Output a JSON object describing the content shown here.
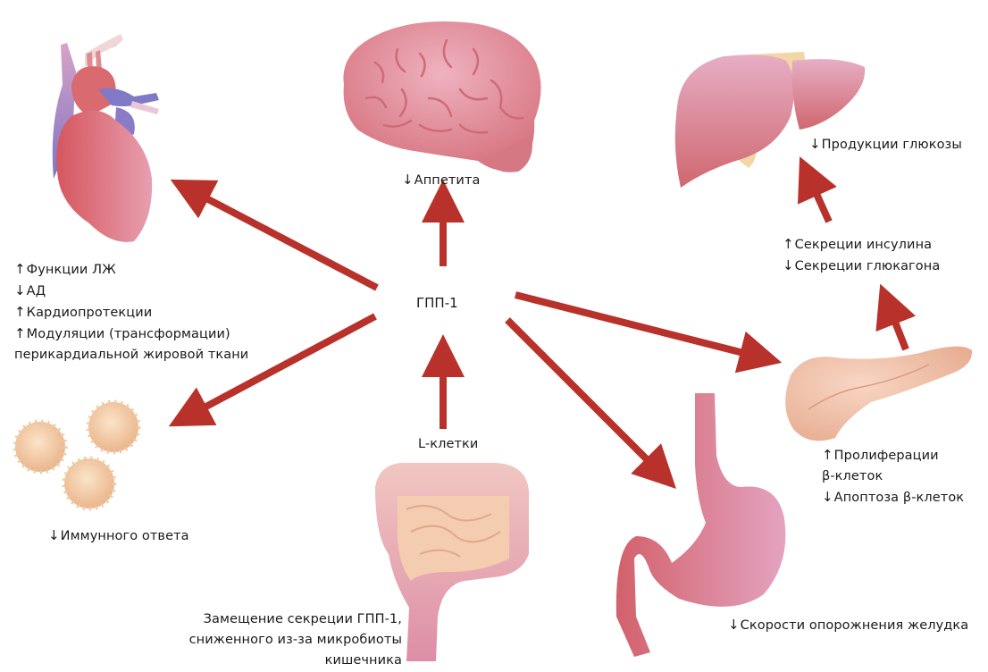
{
  "colors": {
    "arrow": "#b8312a",
    "heart_red": "#d9636a",
    "heart_blue": "#7f78c2",
    "brain": "#e08a96",
    "liver": "#d97b8e",
    "liver_fat": "#f2d6a4",
    "pancreas": "#f0c3a8",
    "stomach": "#d8788a",
    "intestine": "#f4c8b0",
    "colon": "#e4a0b0",
    "immune_cell": "#f5cda3"
  },
  "center": {
    "label": "ГПП-1"
  },
  "source": {
    "label": "L-клетки",
    "note_lines": [
      "Замещение секреции ГПП-1,",
      "сниженного из-за микробиоты",
      "кишечника"
    ]
  },
  "organs": {
    "heart": {
      "icon": "heart-icon",
      "effects": [
        {
          "dir": "↑",
          "text": "Функции ЛЖ"
        },
        {
          "dir": "↓",
          "text": "АД"
        },
        {
          "dir": "↑",
          "text": "Кардиопротекции"
        },
        {
          "dir": "↑",
          "text": "Модуляции (трансформации)"
        },
        {
          "dir": "",
          "text": "перикардиальной жировой ткани"
        }
      ]
    },
    "brain": {
      "icon": "brain-icon",
      "effects": [
        {
          "dir": "↓",
          "text": "Аппетита"
        }
      ]
    },
    "liver": {
      "icon": "liver-icon",
      "effects": [
        {
          "dir": "↓",
          "text": "Продукции глюкозы"
        }
      ]
    },
    "pancreas_hormones": {
      "effects": [
        {
          "dir": "↑",
          "text": "Секреции инсулина"
        },
        {
          "dir": "↓",
          "text": "Секреции глюкагона"
        }
      ]
    },
    "pancreas": {
      "icon": "pancreas-icon",
      "effects": [
        {
          "dir": "↑",
          "text": "Пролиферации"
        },
        {
          "dir": "",
          "text": "β-клеток"
        },
        {
          "dir": "↓",
          "text": "Апоптоза β-клеток"
        }
      ]
    },
    "immune": {
      "icon": "immune-cells-icon",
      "effects": [
        {
          "dir": "↓",
          "text": "Иммунного ответа"
        }
      ]
    },
    "stomach": {
      "icon": "stomach-icon",
      "effects": [
        {
          "dir": "↓",
          "text": "Скорости опорожнения желудка"
        }
      ]
    }
  }
}
